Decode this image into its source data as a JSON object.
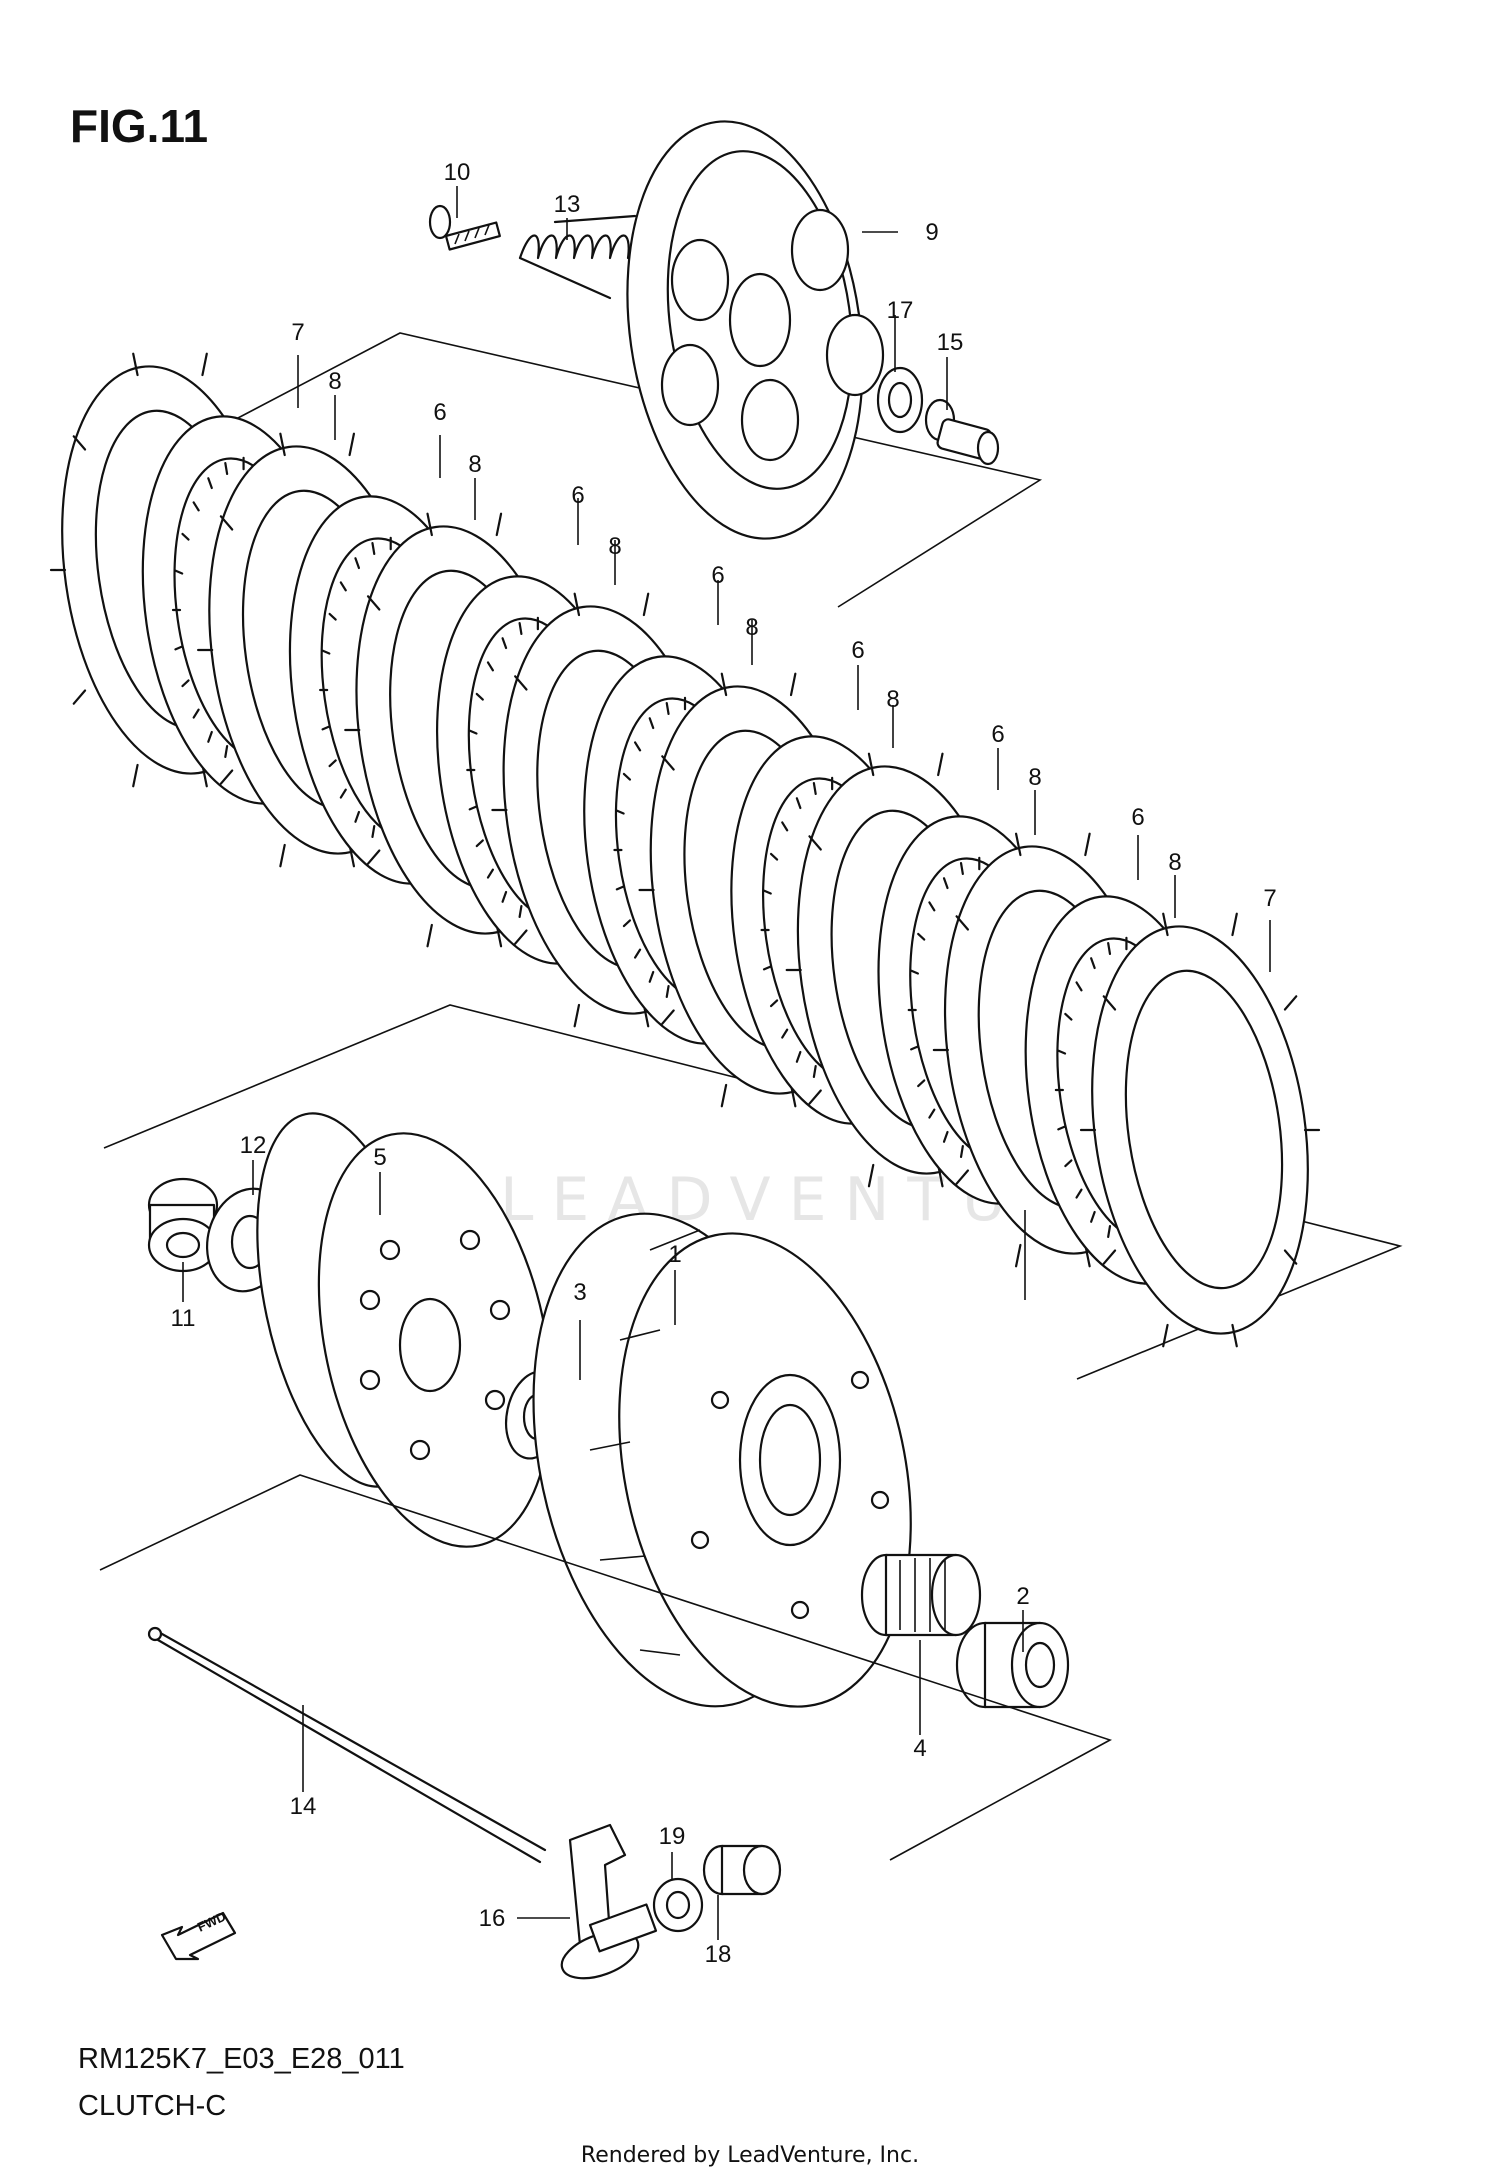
{
  "figure": {
    "title": "FIG.11",
    "code": "RM125K7_E03_E28_011",
    "name": "CLUTCH-C",
    "credit": "Rendered by LeadVenture, Inc.",
    "watermark": "LEADVENTURE",
    "fwd_label": "FWD"
  },
  "callouts": {
    "c1": "1",
    "c2": "2",
    "c3": "3",
    "c4": "4",
    "c5": "5",
    "c6": "6",
    "c7": "7",
    "c8": "8",
    "c9": "9",
    "c10": "10",
    "c11": "11",
    "c12": "12",
    "c13": "13",
    "c14": "14",
    "c15": "15",
    "c16": "16",
    "c17": "17",
    "c18": "18",
    "c19": "19"
  }
}
